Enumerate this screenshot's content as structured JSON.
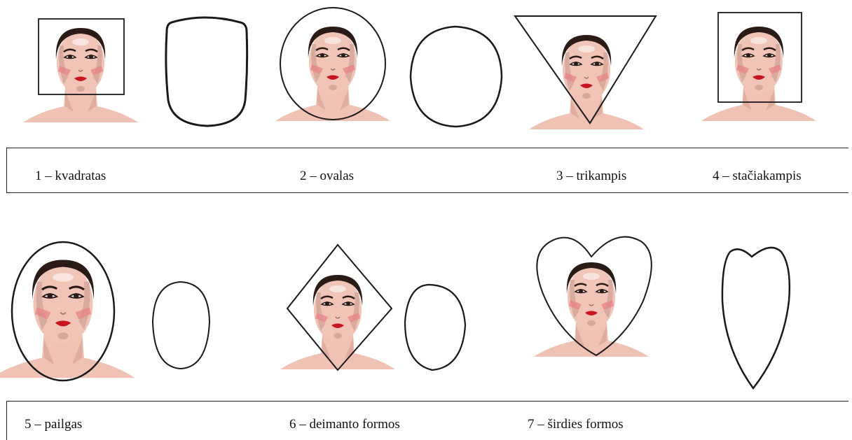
{
  "labels": {
    "row1": [
      "1 – kvadratas",
      "2 – ovalas",
      "3 – trikampis",
      "4 – stačiakampis"
    ],
    "row2": [
      "5 – pailgas",
      "6 – deimanto formos",
      "7 – širdies formos"
    ]
  },
  "colors": {
    "skin": "#f0c4b6",
    "skin_shadow": "#c4978a",
    "hair": "#2b1b17",
    "blush": "#e8838a",
    "lips": "#c8141e",
    "outline": "#1a1a1a"
  }
}
